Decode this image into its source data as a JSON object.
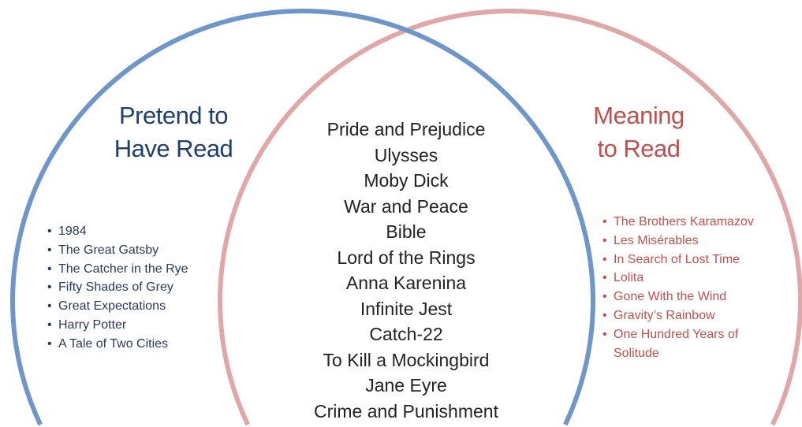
{
  "colors": {
    "left_circle": "#6f96c9",
    "right_circle": "#e0a7a9",
    "left_title": "#1f3f6e",
    "right_title": "#c0504d"
  },
  "left": {
    "title_line1": "Pretend to",
    "title_line2": "Have Read",
    "items": [
      "1984",
      "The Great Gatsby",
      "The Catcher in the Rye",
      "Fifty Shades of Grey",
      "Great Expectations",
      "Harry Potter",
      "A Tale of Two Cities"
    ]
  },
  "overlap": {
    "items": [
      "Pride and Prejudice",
      "Ulysses",
      "Moby Dick",
      "War and Peace",
      "Bible",
      "Lord of the Rings",
      "Anna Karenina",
      "Infinite Jest",
      "Catch-22",
      "To Kill a Mockingbird",
      "Jane Eyre",
      "Crime and Punishment"
    ]
  },
  "right": {
    "title_line1": "Meaning",
    "title_line2": "to Read",
    "items": [
      "The Brothers Karamazov",
      "Les Misérables",
      "In Search of Lost Time",
      "Lolita",
      "Gone With the Wind",
      "Gravity’s Rainbow",
      "One Hundred Years of Solitude"
    ]
  }
}
